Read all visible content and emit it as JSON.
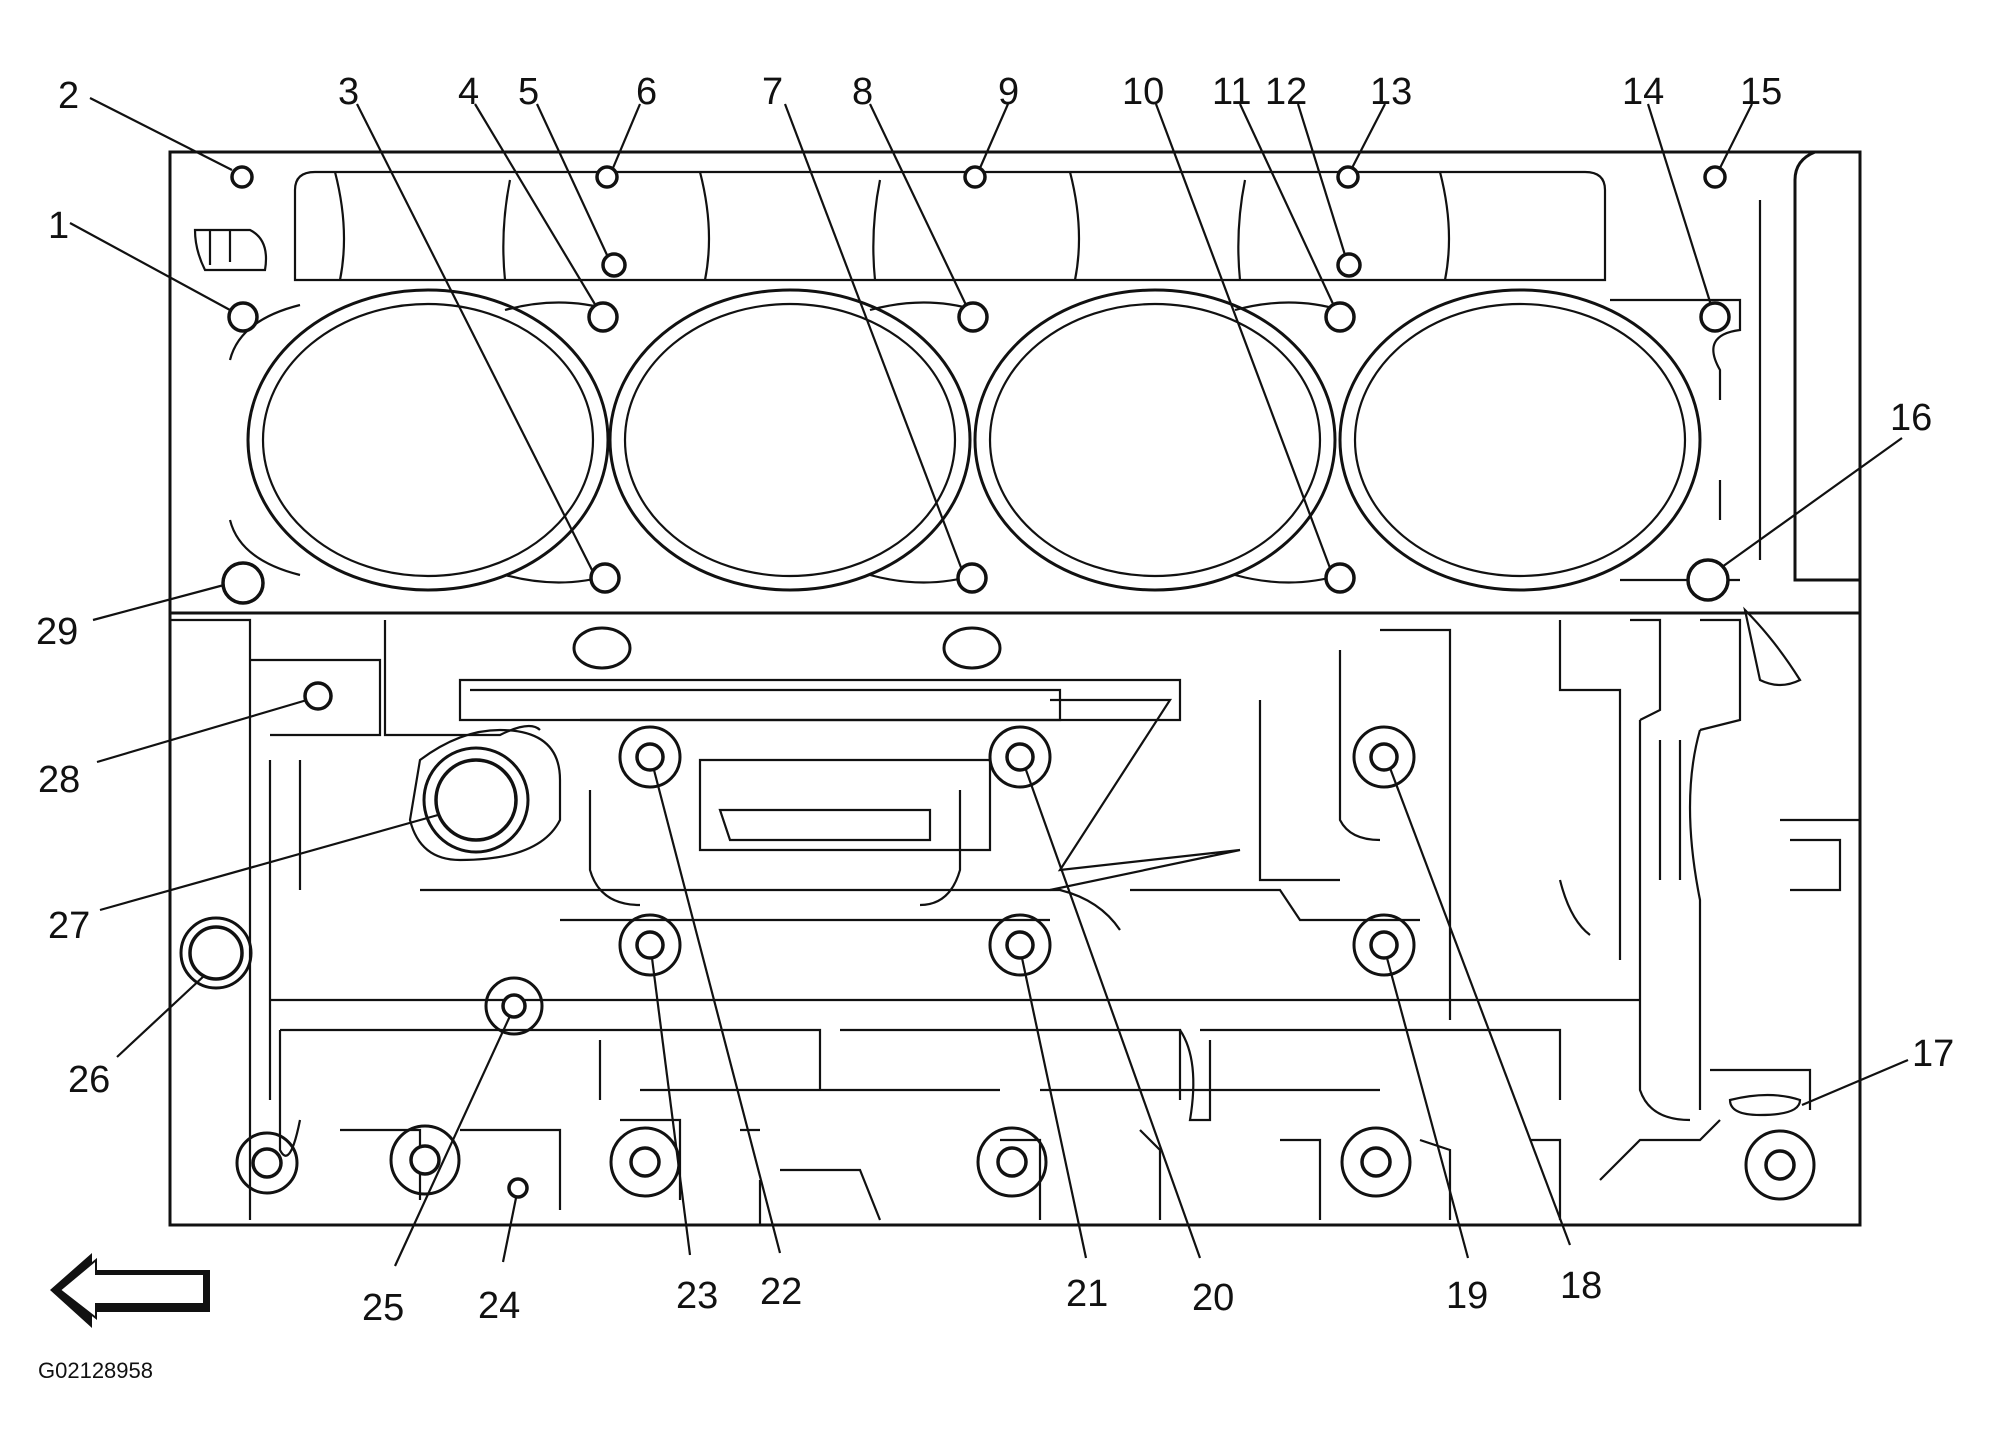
{
  "diagram": {
    "callouts": [
      "1",
      "2",
      "3",
      "4",
      "5",
      "6",
      "7",
      "8",
      "9",
      "10",
      "11",
      "12",
      "13",
      "14",
      "15",
      "16",
      "17",
      "18",
      "19",
      "20",
      "21",
      "22",
      "23",
      "24",
      "25",
      "26",
      "27",
      "28",
      "29"
    ],
    "figure_code": "G02128958",
    "direction_arrow": "left-arrow-icon"
  }
}
